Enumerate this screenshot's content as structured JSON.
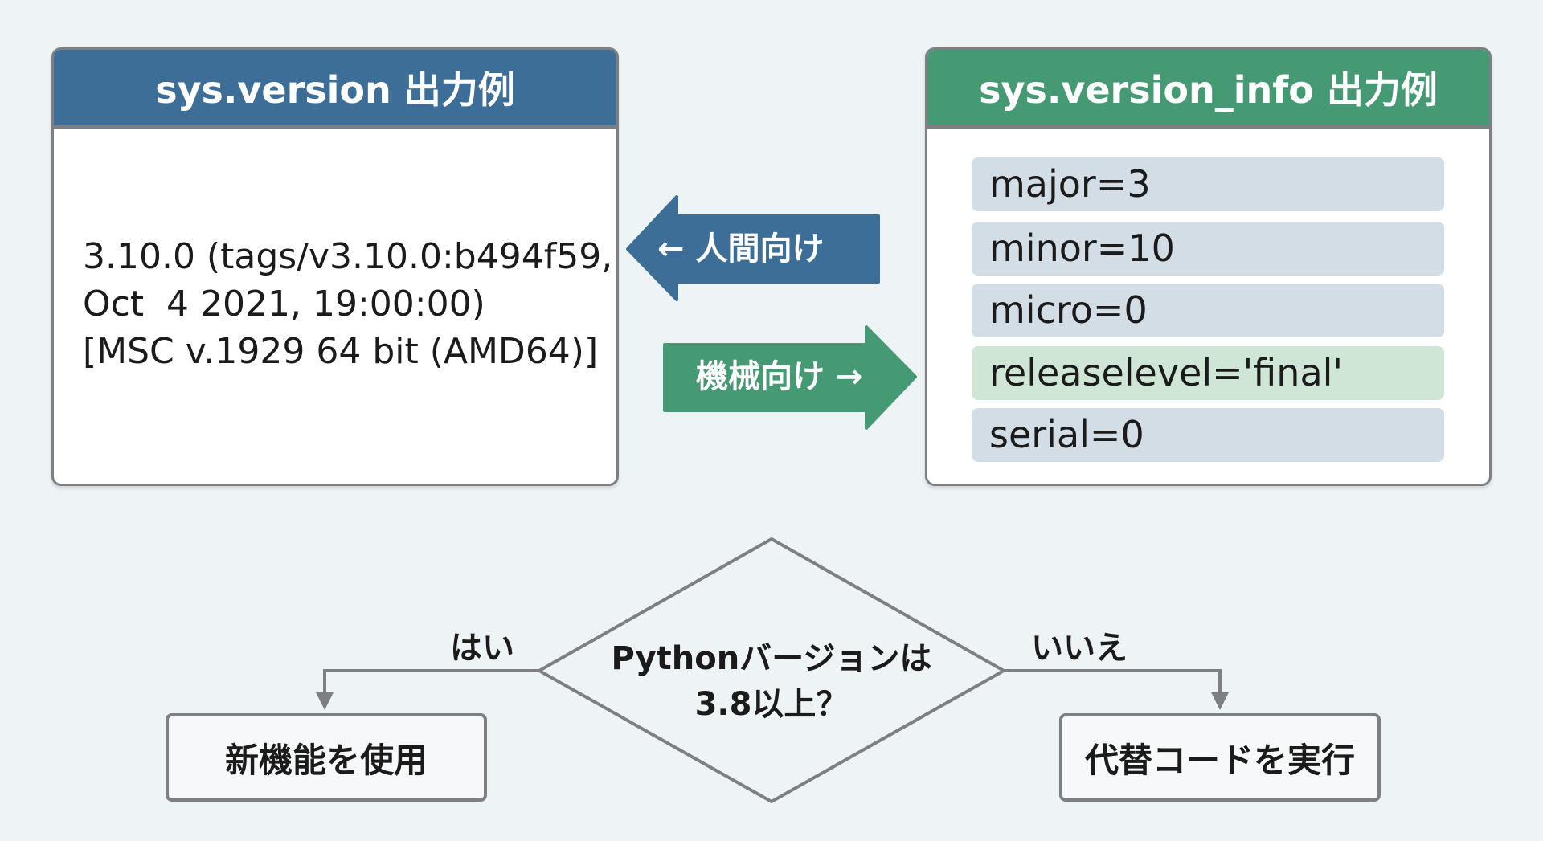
{
  "left_panel": {
    "title": "sys.version 出力例",
    "color": "#3d6e98",
    "content": "3.10.0 (tags/v3.10.0:b494f59,\nOct  4 2021, 19:00:00)\n[MSC v.1929 64 bit (AMD64)]"
  },
  "right_panel": {
    "title": "sys.version_info 出力例",
    "color": "#459a74",
    "rows": [
      {
        "text": "major=3"
      },
      {
        "text": "minor=10"
      },
      {
        "text": "micro=0"
      },
      {
        "text": "releaselevel='final'",
        "highlighted": true
      },
      {
        "text": "serial=0"
      }
    ]
  },
  "arrows": {
    "human": "← 人間向け",
    "machine": "機械向け →"
  },
  "flowchart": {
    "decision": [
      "Pythonバージョンは",
      "3.8以上？"
    ],
    "yes_label": "はい",
    "no_label": "いいえ",
    "yes_action": "新機能を使用",
    "no_action": "代替コードを実行"
  }
}
